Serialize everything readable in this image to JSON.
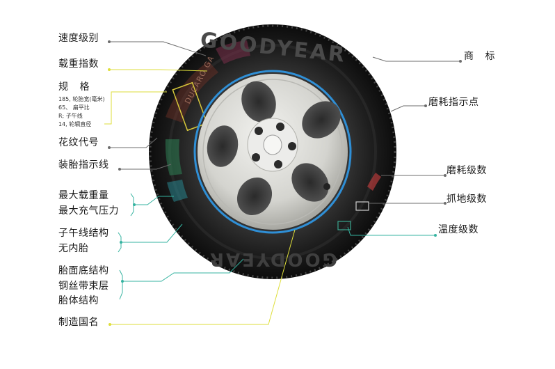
{
  "left_labels": {
    "speed_rating": "速度级别",
    "load_index": "载重指数",
    "specification": "规 格",
    "tread_pattern_code": "花纹代号",
    "mounting_line": "装胎指示线",
    "max_load": "最大载重量",
    "max_pressure": "最大充气压力",
    "radial_structure": "子午线结构",
    "tubeless": "无内胎",
    "tread_structure": "胎面底结构",
    "steel_belt": "钢丝带束层",
    "carcass_structure": "胎体结构",
    "country_of_manufacture": "制造国名"
  },
  "spec_notes": {
    "line1": "185, 轮胎宽(毫米)",
    "line2": "65、 扁平比",
    "line3": "R;   子午线",
    "line4": "14, 轮辋直径"
  },
  "right_labels": {
    "trademark": "商 标",
    "wear_indicator": "磨耗指示点",
    "treadwear_grade": "磨耗级数",
    "traction_grade": "抓地级数",
    "temperature_grade": "温度级数"
  },
  "sidewall_text": {
    "brand": "GOODYEAR",
    "model": "DUCARO GA"
  },
  "colors": {
    "tire": "#1c1c1c",
    "rim": "#dcdcd8",
    "rim_ring": "#2f8fd6",
    "leader_gray": "#6c6c6c",
    "leader_green": "#7fc41a",
    "leader_yellow": "#dede3a",
    "leader_teal": "#35b3a0"
  }
}
